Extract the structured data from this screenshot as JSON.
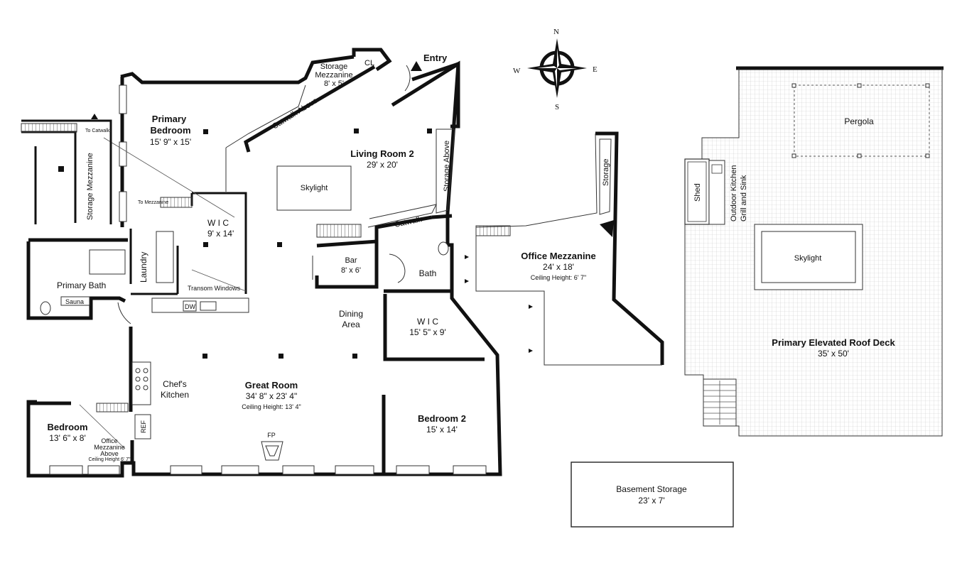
{
  "plan": {
    "rooms": {
      "primary_bedroom": {
        "name_line1": "Primary",
        "name_line2": "Bedroom",
        "dims": "15' 9\" x 15'"
      },
      "storage_mezz_top": {
        "line1": "Storage",
        "line2": "Mezzanine",
        "dims": "8' x 5'"
      },
      "closet": "CL",
      "entry": "Entry",
      "catwalk_above": "Catwalk Above",
      "living_room_2": {
        "name": "Living Room 2",
        "dims": "29' x 20'"
      },
      "skylight_main": "Skylight",
      "storage_above": "Storage Above",
      "catwalk": "Catwalk",
      "wic_1": {
        "name": "W I C",
        "dims": "9' x 14'"
      },
      "to_mezzanine": "To Mezzanine",
      "to_catwalk": "To Catwalk",
      "storage_mezz_left": "Storage Mezzanine",
      "laundry": "Laundry",
      "primary_bath": "Primary Bath",
      "sauna": "Sauna",
      "transom": "Transom Windows",
      "dw": "DW",
      "bar": {
        "name": "Bar",
        "dims": "8' x 6'"
      },
      "bath": "Bath",
      "dining": {
        "line1": "Dining",
        "line2": "Area"
      },
      "wic_2": {
        "name": "W I C",
        "dims": "15' 5\" x 9'"
      },
      "chefs_kitchen": {
        "line1": "Chef's",
        "line2": "Kitchen"
      },
      "great_room": {
        "name": "Great Room",
        "dims": "34' 8\" x 23' 4\"",
        "ceiling": "Ceiling Height: 13' 4\""
      },
      "bedroom_2": {
        "name": "Bedroom 2",
        "dims": "15' x 14'"
      },
      "bedroom": {
        "name": "Bedroom",
        "dims": "13' 6\" x 8'"
      },
      "office_mezz_above": {
        "line1": "Office",
        "line2": "Mezzanine",
        "line3": "Above",
        "ceiling": "Ceiling Height 6' 7\""
      },
      "ref": "REF",
      "fp": "FP"
    },
    "office_mezzanine": {
      "name": "Office Mezzanine",
      "dims": "24' x 18'",
      "ceiling": "Ceiling Height: 6' 7\"",
      "storage": "Storage"
    },
    "roof_deck": {
      "name": "Primary Elevated Roof Deck",
      "dims": "35' x 50'",
      "pergola": "Pergola",
      "skylight": "Skylight",
      "shed": "Shed",
      "outdoor_kitchen_l1": "Outdoor Kitchen",
      "outdoor_kitchen_l2": "Grill and Sink"
    },
    "basement": {
      "name": "Basement Storage",
      "dims": "23' x 7'"
    },
    "compass": {
      "n": "N",
      "s": "S",
      "e": "E",
      "w": "W"
    }
  }
}
